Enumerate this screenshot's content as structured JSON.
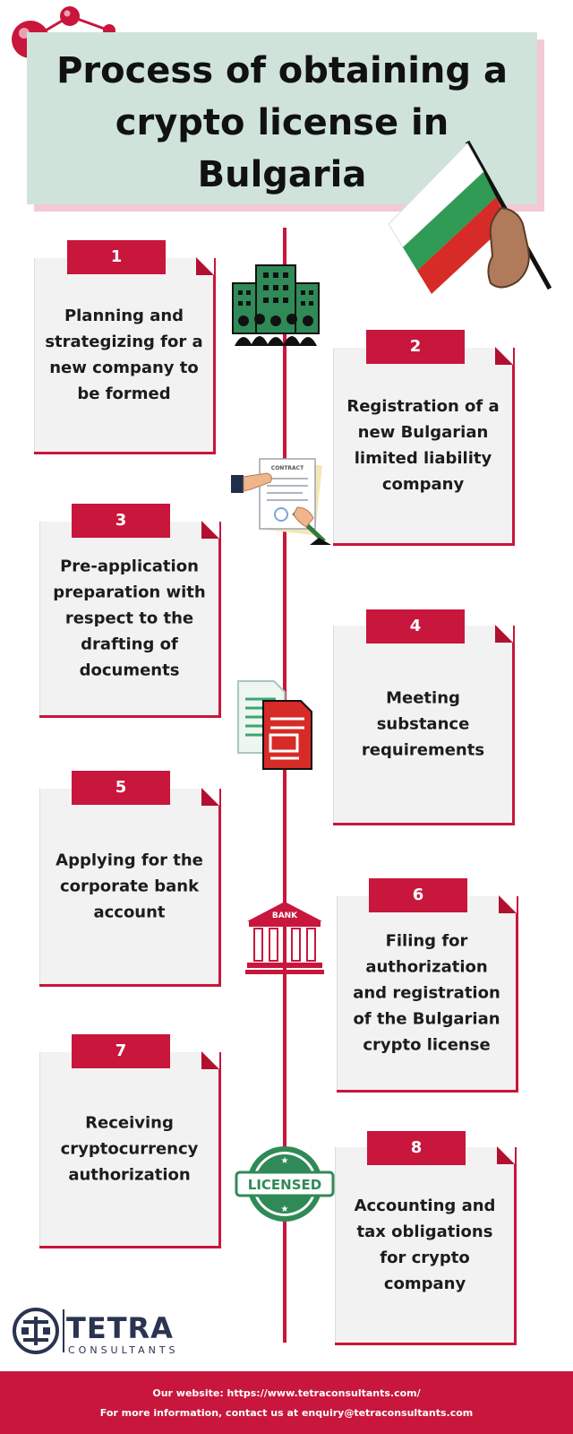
{
  "header": {
    "title": "Process of obtaining a crypto license in Bulgaria"
  },
  "steps": [
    {
      "number": "1",
      "text": "Planning and strategizing for a new company to be formed"
    },
    {
      "number": "2",
      "text": "Registration of a new Bulgarian limited liability company"
    },
    {
      "number": "3",
      "text": "Pre-application preparation with respect to the drafting of documents"
    },
    {
      "number": "4",
      "text": "Meeting substance requirements"
    },
    {
      "number": "5",
      "text": "Applying for the corporate bank account"
    },
    {
      "number": "6",
      "text": "Filing for authorization and registration of the Bulgarian crypto license"
    },
    {
      "number": "7",
      "text": "Receiving cryptocurrency authorization"
    },
    {
      "number": "8",
      "text": "Accounting and tax obligations for crypto company"
    }
  ],
  "icons": {
    "contract_label": "CONTRACT",
    "bank_label": "BANK",
    "licensed_label": "LICENSED"
  },
  "brand": {
    "name": "TETRA",
    "subtitle": "CONSULTANTS"
  },
  "footer": {
    "website": "Our website: https://www.tetraconsultants.com/",
    "contact": "For more information, contact us at enquiry@tetraconsultants.com"
  },
  "colors": {
    "accent": "#c8163c",
    "title_bg": "#cfe3db",
    "card_bg": "#f2f2f2",
    "flag_white": "#ffffff",
    "flag_green": "#2f9b54",
    "flag_red": "#d62b26"
  }
}
